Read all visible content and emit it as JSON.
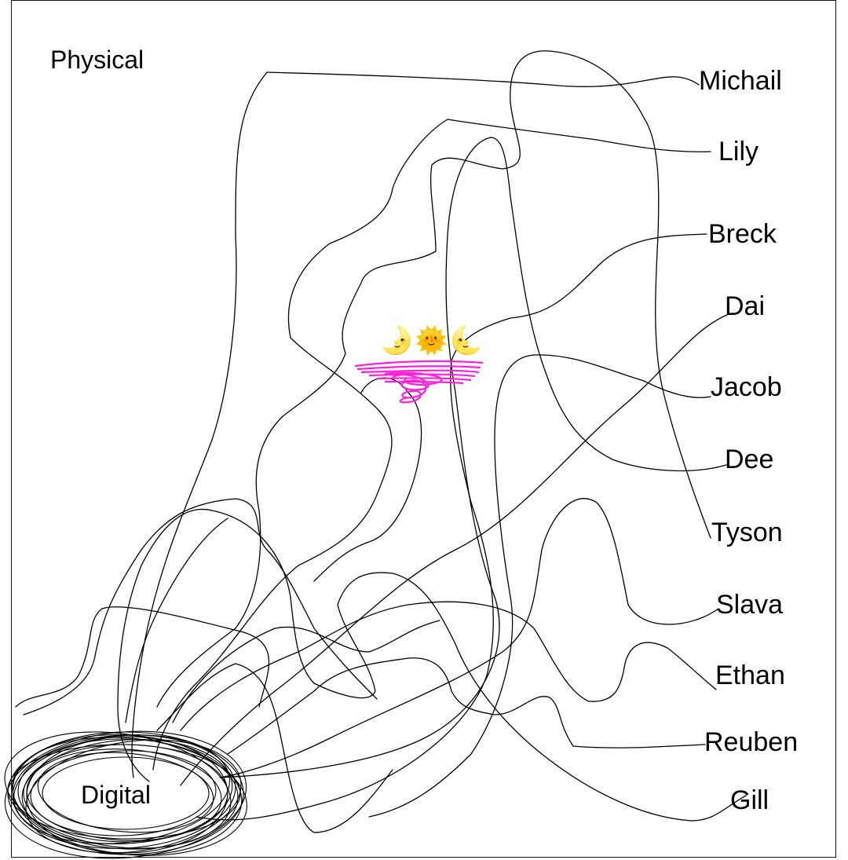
{
  "labels": {
    "physical": "Physical",
    "digital": "Digital",
    "emojis": "🌛🌞🌜"
  },
  "people": [
    "Michail",
    "Lily",
    "Breck",
    "Dai",
    "Jacob",
    "Dee",
    "Tyson",
    "Slava",
    "Ethan",
    "Reuben",
    "Gill"
  ],
  "colors": {
    "line": "#000000",
    "scribble": "#ff1fdc"
  }
}
